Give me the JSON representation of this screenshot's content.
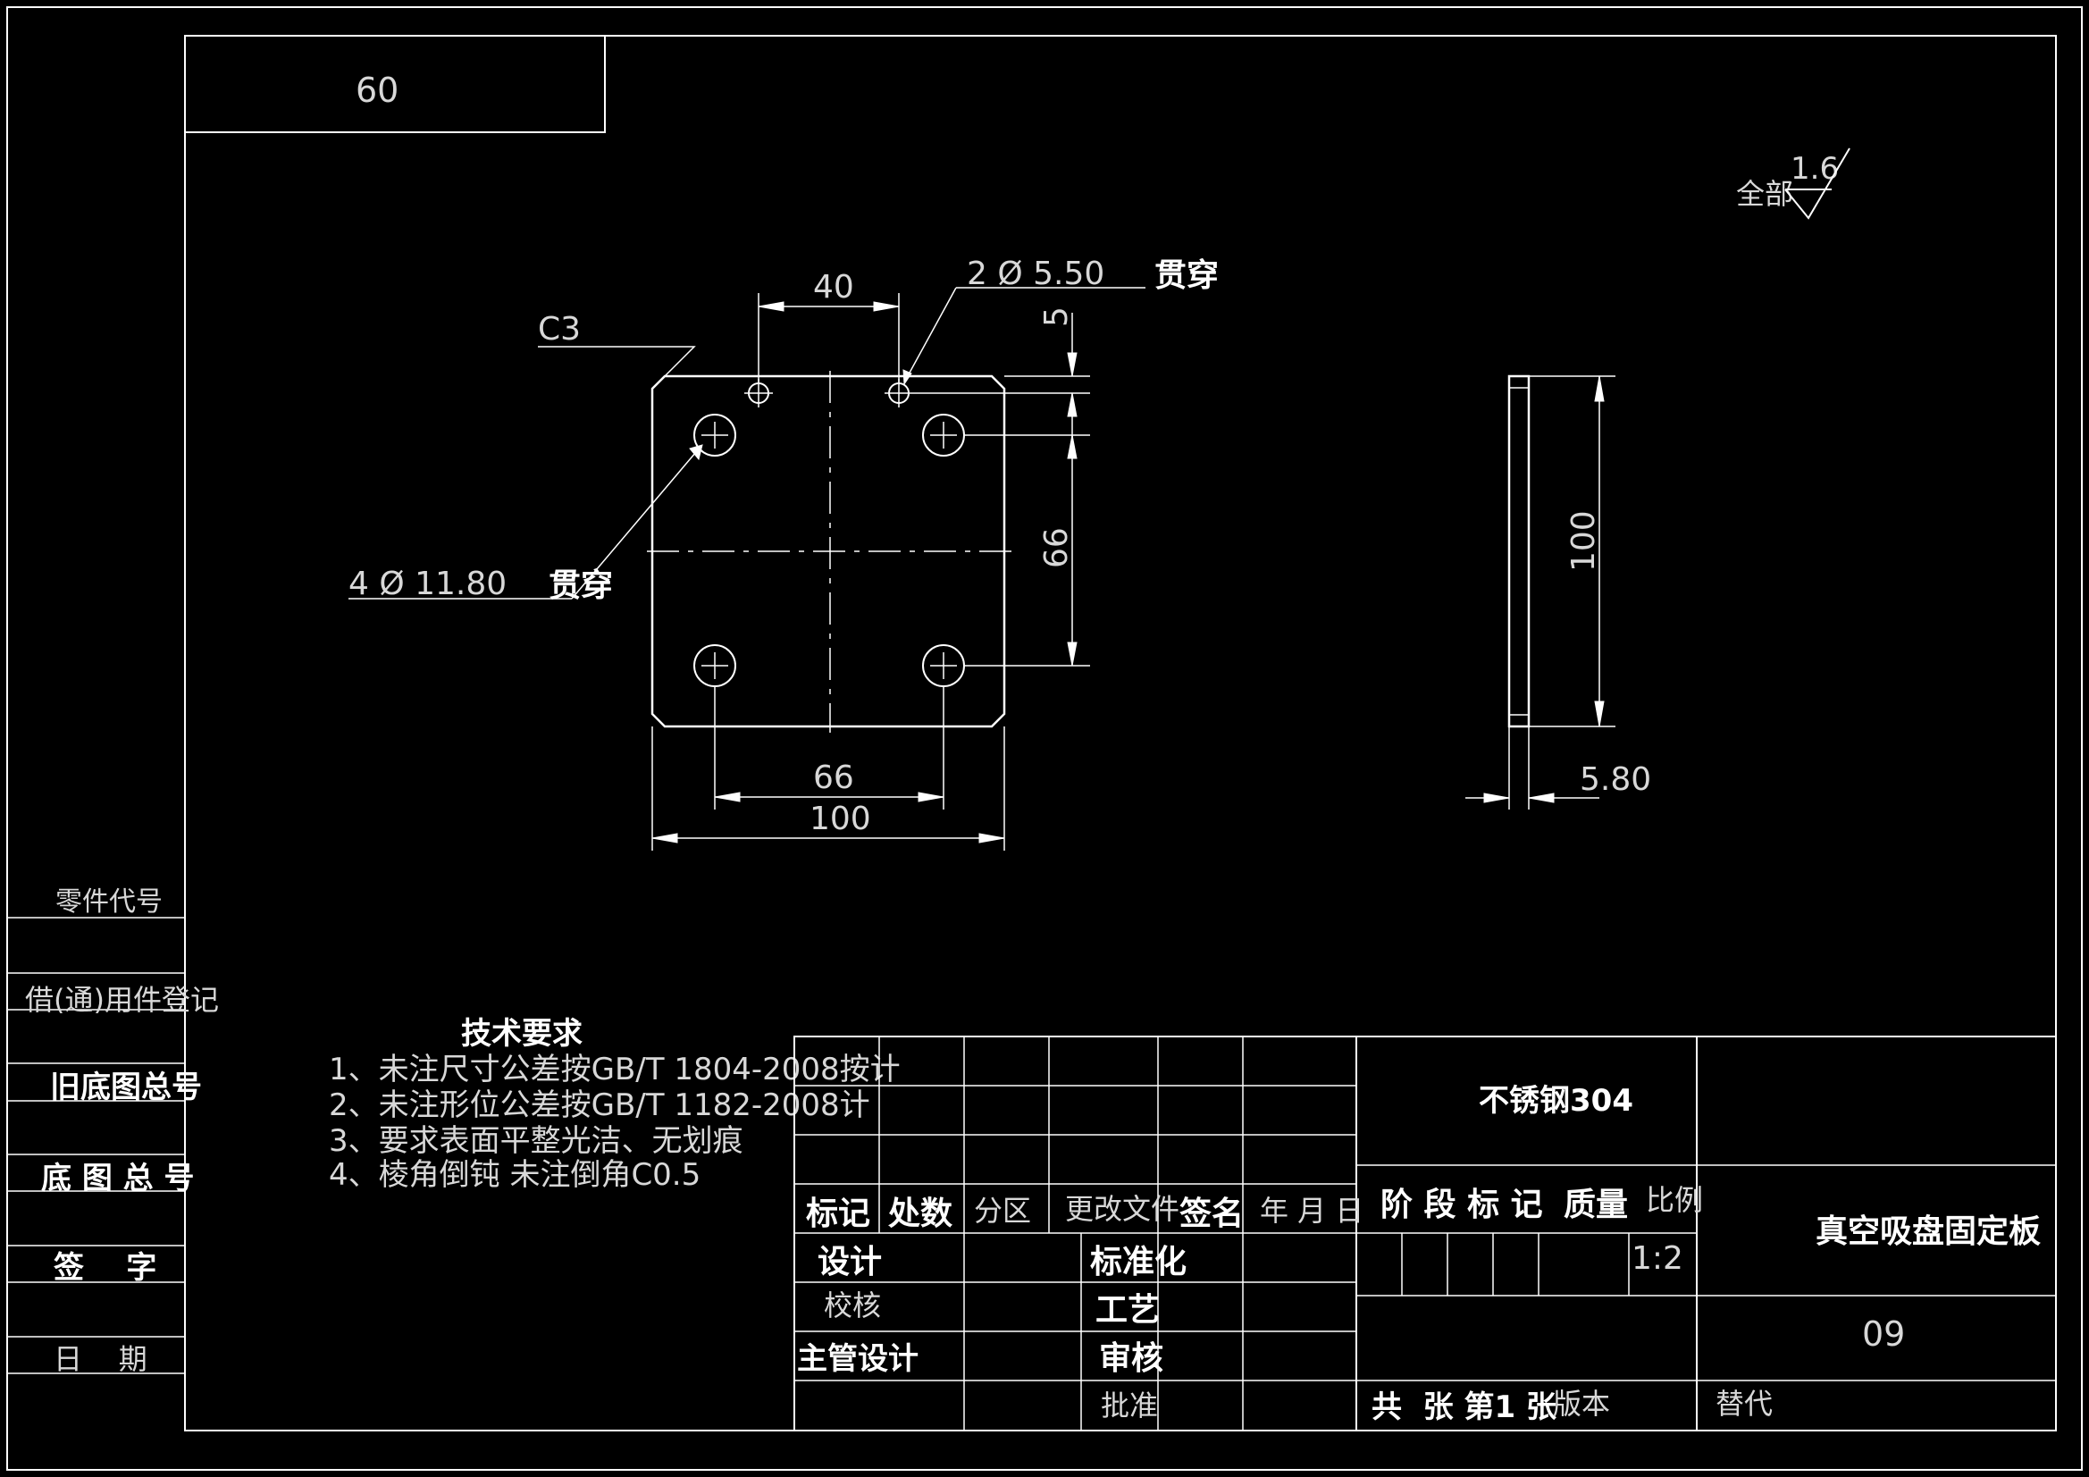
{
  "colors": {
    "background": "#000000",
    "lines": "#ffffff",
    "text": "#ffffff"
  },
  "corner_box": {
    "label": "60"
  },
  "roughness": {
    "prefix": "全部",
    "value": "1.6"
  },
  "front_view": {
    "chamfer_label": "C3",
    "small_hole_note": "2 Ø 5.50",
    "small_hole_through": "贯穿",
    "large_hole_note": "4 Ø 11.80",
    "large_hole_through": "贯穿",
    "dim_top_40": "40",
    "dim_right_5": "5",
    "dim_right_66": "66",
    "dim_bottom_66": "66",
    "dim_bottom_100": "100"
  },
  "side_view": {
    "dim_height_100": "100",
    "dim_thickness": "5.80"
  },
  "left_column": {
    "labels": [
      "零件代号",
      "借(通)用件登记",
      "旧底图总号",
      "底 图 总 号",
      "签    字",
      "日    期"
    ]
  },
  "tech_requirements": {
    "title": "技术要求",
    "items": [
      "1、未注尺寸公差按GB/T 1804-2008按计",
      "2、未注形位公差按GB/T 1182-2008计",
      "3、要求表面平整光洁、无划痕",
      "4、棱角倒钝 未注倒角C0.5"
    ]
  },
  "title_block": {
    "material": "不锈钢304",
    "headers": {
      "mark": "标记",
      "count": "处数",
      "zone": "分区",
      "change_doc": "更改文件",
      "sign": "签名",
      "date": "年 月 日"
    },
    "stage_row": {
      "stage": "阶 段 标 记",
      "mass": "质量",
      "scale": "比例"
    },
    "roles": {
      "design": "设计",
      "standardize": "标准化",
      "check": "校核",
      "process": "工艺",
      "chief_design": "主管设计",
      "review": "审核",
      "approve": "批准"
    },
    "scale_value": "1:2",
    "part_name": "真空吸盘固定板",
    "drawing_number": "09",
    "sheet_text": "共  张 第1 张",
    "version": "版本",
    "replace": "替代"
  }
}
